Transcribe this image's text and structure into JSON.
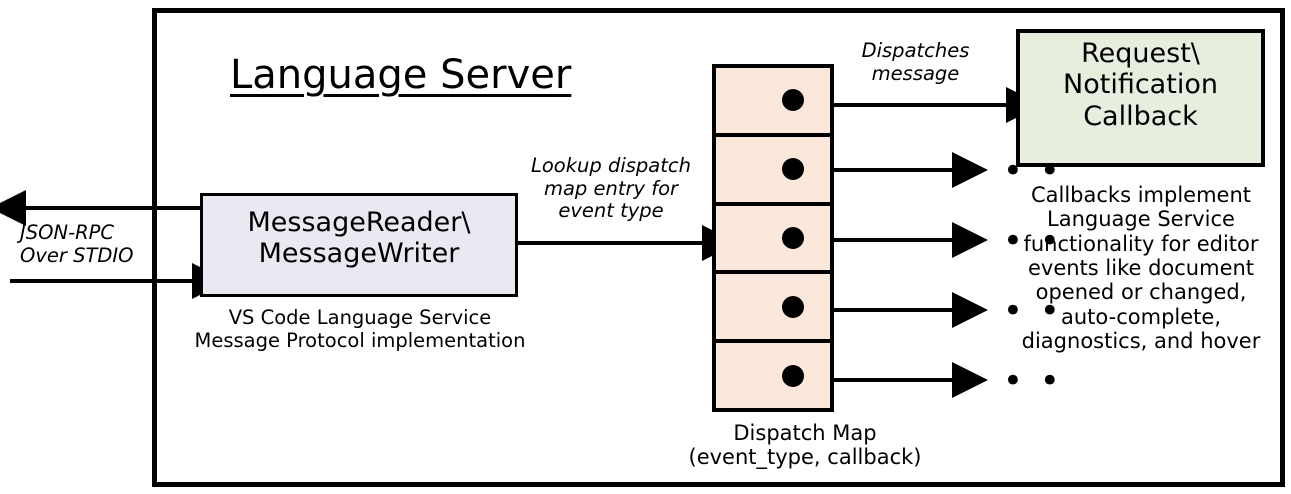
{
  "diagram": {
    "title": "Language Server",
    "colors": {
      "reader_box_fill": "#ebe8f2",
      "dispatch_map_fill": "#fbe8da",
      "callback_box_fill": "#e8eede",
      "stroke": "#000000",
      "background": "#ffffff"
    },
    "external_channel": {
      "label": "JSON-RPC\nOver STDIO",
      "outbound_arrow": "arrow-left-out",
      "inbound_arrow": "arrow-right-in"
    },
    "reader_box": {
      "label": "MessageReader\\\nMessageWriter",
      "caption": "VS Code Language Service\nMessage Protocol implementation"
    },
    "lookup_edge": {
      "label": "Lookup dispatch\nmap entry for\nevent type"
    },
    "dispatch_map": {
      "caption": "Dispatch Map\n(event_type, callback)",
      "row_count": 5,
      "rows": [
        {
          "dot": "entry-dot",
          "target": "callback-box"
        },
        {
          "dot": "entry-dot",
          "target": "ellipsis"
        },
        {
          "dot": "entry-dot",
          "target": "ellipsis"
        },
        {
          "dot": "entry-dot",
          "target": "ellipsis"
        },
        {
          "dot": "entry-dot",
          "target": "ellipsis"
        }
      ],
      "ellipsis_glyph": "• • •"
    },
    "dispatch_edge": {
      "label": "Dispatches\nmessage"
    },
    "callback_box": {
      "label": "Request\\\nNotification\nCallback",
      "caption": "Callbacks implement\nLanguage Service\nfunctionality for editor\nevents like document\nopened or changed,\nauto-complete,\ndiagnostics, and hover"
    }
  }
}
